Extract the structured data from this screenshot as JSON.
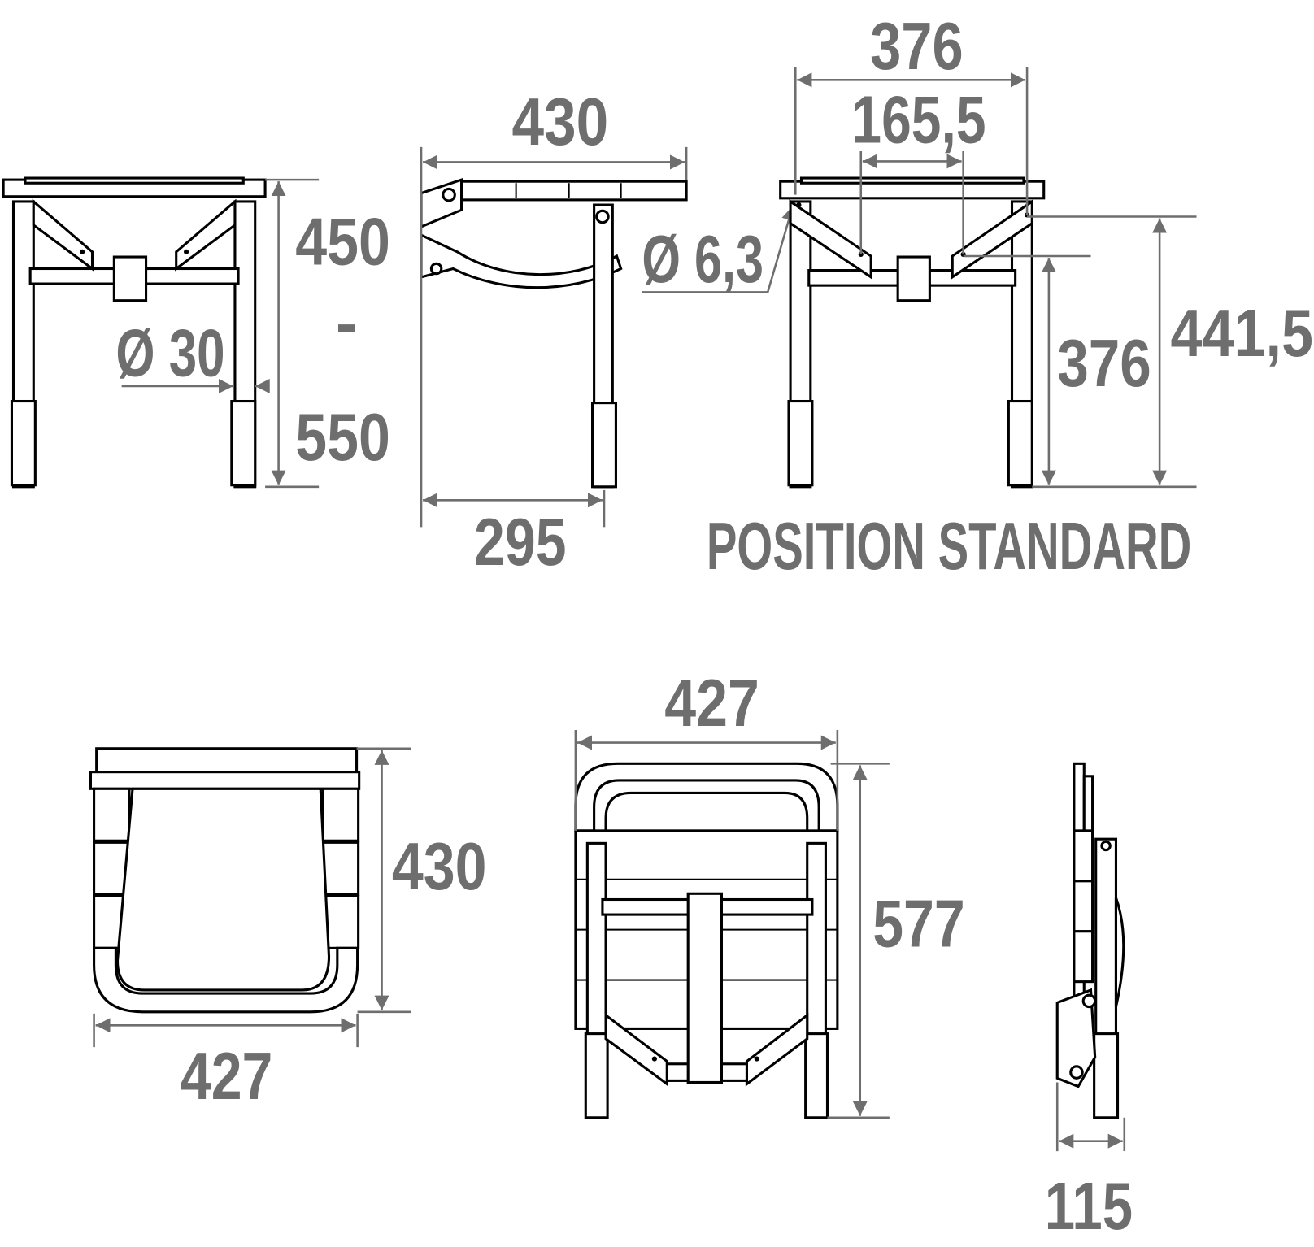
{
  "front_view": {
    "height_min": "450",
    "height_sep": "-",
    "height_max": "550",
    "tube_diameter": "Ø 30"
  },
  "side_view": {
    "depth": "430",
    "leg_offset": "295",
    "pin_diameter": "Ø 6,3"
  },
  "standard_view": {
    "width": "376",
    "inner_width": "165,5",
    "height_total": "441,5",
    "height_seat": "376",
    "caption": "POSITION STANDARD"
  },
  "folded_top_view": {
    "depth": "430",
    "width": "427"
  },
  "folded_front_view": {
    "width": "427",
    "height": "577"
  },
  "folded_side_view": {
    "thickness": "115"
  },
  "colors": {
    "dimension": "#6e6e6e",
    "drawing": "#000000"
  }
}
